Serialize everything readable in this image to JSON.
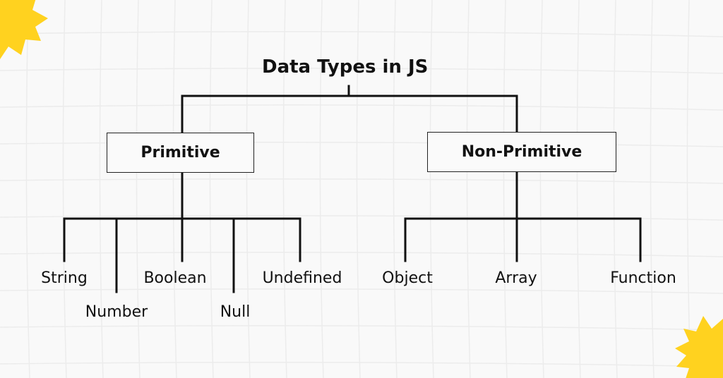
{
  "diagram": {
    "title": "Data Types in JS",
    "branches": [
      {
        "label": "Primitive",
        "children": [
          "String",
          "Number",
          "Boolean",
          "Null",
          "Undefined"
        ]
      },
      {
        "label": "Non-Primitive",
        "children": [
          "Object",
          "Array",
          "Function"
        ]
      }
    ]
  },
  "colors": {
    "background": "#f9f9f9",
    "lines": "#111111",
    "accent_burst": "#ffd21f",
    "grid": "#ececec"
  }
}
